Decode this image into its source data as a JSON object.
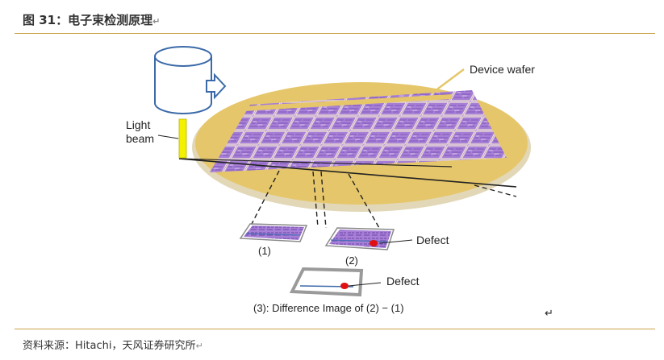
{
  "figure": {
    "title": "图 31：电子束检测原理",
    "return_mark": "↵",
    "source": "资料来源：Hitachi，天风证券研究所"
  },
  "diagram": {
    "labels": {
      "device_wafer": "Device wafer",
      "light_beam_line1": "Light",
      "light_beam_line2": "beam",
      "defect_2": "Defect",
      "defect_3": "Defect",
      "image_1": "(1)",
      "image_2": "(2)",
      "caption_3": "(3): Difference Image of (2) − (1)"
    },
    "colors": {
      "accent_rule": "#c8a24a",
      "wafer_rim": "#e6c66a",
      "die_purple": "#a77fd6",
      "beam_yellow": "#f3f000",
      "defect_red": "#e01010",
      "source_outline": "#3b6aa8"
    }
  }
}
